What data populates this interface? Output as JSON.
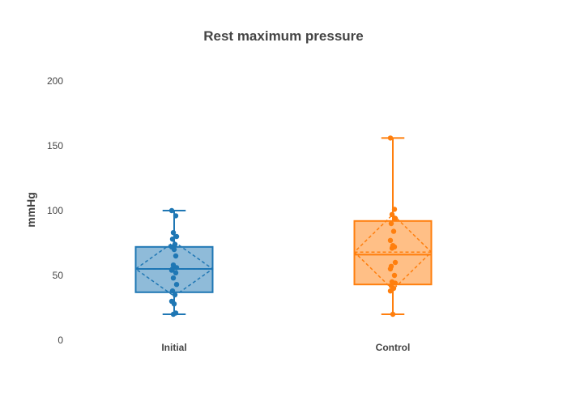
{
  "chart_data": {
    "type": "box",
    "title": "Rest maximum pressure",
    "xlabel": "",
    "ylabel": "mmHg",
    "ylim": [
      0,
      200
    ],
    "yticks": [
      0,
      50,
      100,
      150,
      200
    ],
    "grid": false,
    "categories": [
      "Initial",
      "Control"
    ],
    "series": [
      {
        "color": "#1f77b4",
        "fill": "rgba(31,119,180,0.5)",
        "min": 20,
        "q1": 37,
        "median": 55,
        "q3": 72,
        "max": 100,
        "mean": 55,
        "sd": 21,
        "points": [
          100,
          96,
          83,
          80,
          78,
          74,
          72,
          70,
          65,
          58,
          56,
          55,
          54,
          52,
          48,
          43,
          38,
          35,
          30,
          28,
          21,
          20
        ]
      },
      {
        "color": "#ff7f0e",
        "fill": "rgba(255,127,14,0.5)",
        "min": 20,
        "q1": 43,
        "median": 66,
        "q3": 92,
        "max": 156,
        "mean": 68,
        "sd": 29,
        "points": [
          156,
          101,
          97,
          94,
          90,
          84,
          77,
          73,
          72,
          71,
          60,
          57,
          55,
          50,
          45,
          44,
          42,
          40,
          38,
          20
        ]
      }
    ]
  }
}
